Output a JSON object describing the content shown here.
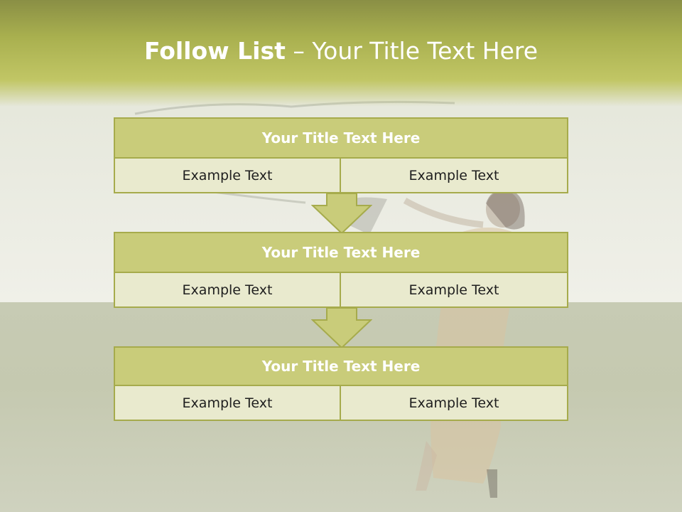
{
  "slide": {
    "title_bold": "Follow List",
    "title_rest": " – Your Title Text Here",
    "blocks": [
      {
        "title": "Your Title Text Here",
        "left": "Example Text",
        "right": "Example Text"
      },
      {
        "title": "Your Title Text Here",
        "left": "Example Text",
        "right": "Example Text"
      },
      {
        "title": "Your Title Text Here",
        "left": "Example Text",
        "right": "Example Text"
      }
    ]
  },
  "colors": {
    "header_band": "#a9b04f",
    "block_title_fill": "#c9cc7a",
    "block_cell_fill": "#e9eace",
    "border": "#a6ab4c",
    "arrow_fill": "#c9cc7a"
  },
  "icons": [
    "down-arrow-icon"
  ]
}
